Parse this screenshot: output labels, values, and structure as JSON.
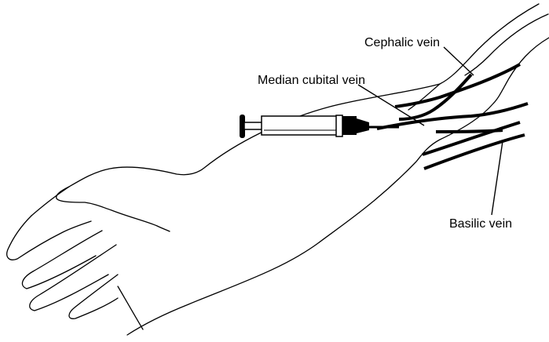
{
  "diagram": {
    "labels": {
      "cephalic": "Cephalic vein",
      "median_cubital": "Median cubital vein",
      "basilic": "Basilic vein"
    }
  }
}
